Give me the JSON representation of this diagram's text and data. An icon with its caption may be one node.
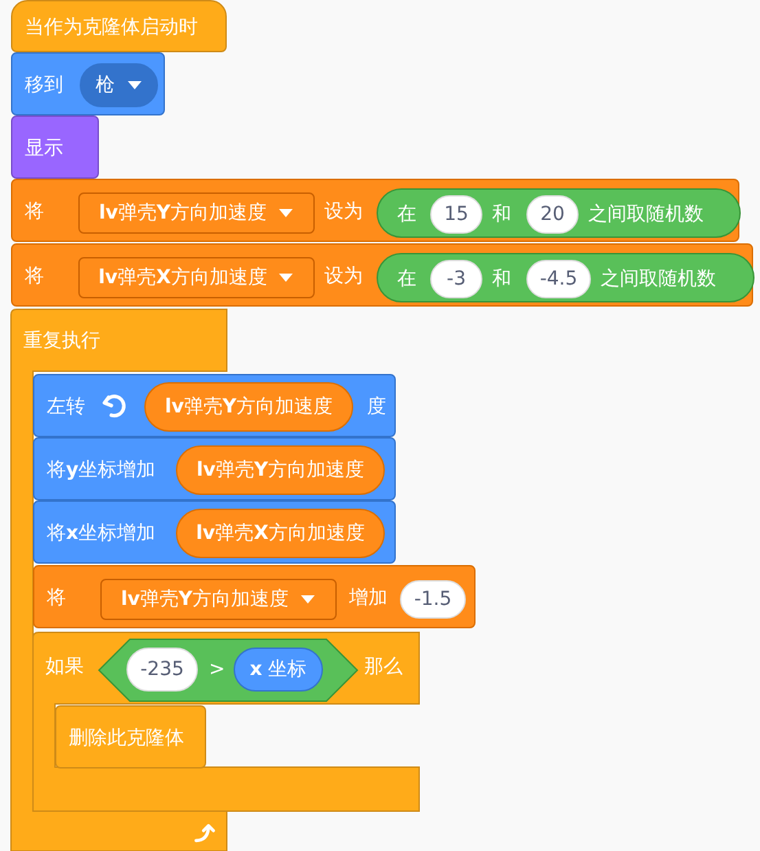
{
  "diagram": {
    "nodes": [
      {
        "text": [
          "当作为克隆体启动时"
        ]
      },
      {
        "text": [
          "移到"
        ]
      },
      {
        "text": [
          "枪"
        ],
        "in": 1
      },
      {
        "text": [
          "显示"
        ]
      },
      {
        "text": [
          "将",
          "设为"
        ]
      },
      {
        "text": [
          "**lv**弹壳**Y**方向加速度"
        ],
        "in": 4
      },
      {
        "text": [
          "在",
          "和",
          "之间取随机数"
        ],
        "in": 4
      },
      {
        "text": [
          "15"
        ],
        "in": 6
      },
      {
        "text": [
          "20"
        ],
        "in": 6
      },
      {
        "text": [
          "将",
          "设为"
        ]
      },
      {
        "text": [
          "**lv**弹壳**X**方向加速度"
        ],
        "in": 9
      },
      {
        "text": [
          "在",
          "和",
          "之间取随机数"
        ],
        "in": 9
      },
      {
        "text": [
          "-3"
        ],
        "in": 11
      },
      {
        "text": [
          "-4.5"
        ],
        "in": 11
      },
      {
        "text": [
          "重复执行"
        ]
      },
      {
        "text": [
          "左转",
          "度"
        ]
      },
      {
        "text": [
          "**lv**弹壳**Y**方向加速度"
        ],
        "in": 15
      },
      {
        "text": [
          "将**y**坐标增加"
        ]
      },
      {
        "text": [
          "**lv**弹壳**Y**方向加速度"
        ],
        "in": 17
      },
      {
        "text": [
          "将**x**坐标增加"
        ]
      },
      {
        "text": [
          "**lv**弹壳**X**方向加速度"
        ],
        "in": 19
      },
      {
        "text": [
          "将",
          "增加"
        ]
      },
      {
        "text": [
          "**lv**弹壳**Y**方向加速度"
        ],
        "in": 21
      },
      {
        "text": [
          "-1.5"
        ],
        "in": 21
      },
      {
        "text": [
          "如果",
          "那么"
        ]
      },
      {
        "text": [
          ">"
        ],
        "in": 24
      },
      {
        "text": [
          "-235"
        ],
        "in": 25
      },
      {
        "text": [
          "**x** 坐标"
        ],
        "in": 25
      },
      {
        "text": [
          "删除此克隆体"
        ],
        "in": 24
      }
    ]
  }
}
